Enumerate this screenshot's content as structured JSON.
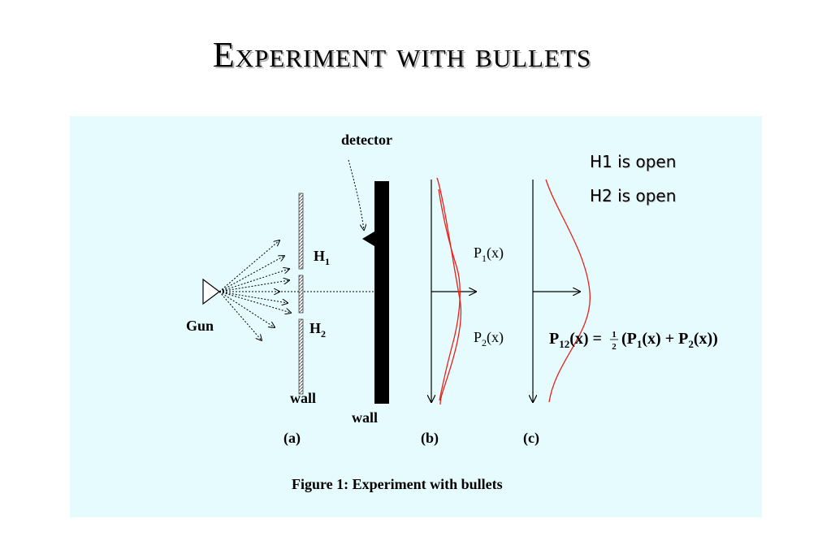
{
  "title": "Experiment with bullets",
  "panel": {
    "status_h1": "H1 is open",
    "status_h2": "H2 is open",
    "labels": {
      "detector": "detector",
      "gun": "Gun",
      "hole1": "H",
      "hole1_sub": "1",
      "hole2": "H",
      "hole2_sub": "2",
      "wall_a": "wall",
      "wall_b": "wall",
      "p1": "P",
      "p1_sub": "1",
      "p1_arg": "(x)",
      "p2": "P",
      "p2_sub": "2",
      "p2_arg": "(x)",
      "sub_a": "(a)",
      "sub_b": "(b)",
      "sub_c": "(c)"
    },
    "formula": {
      "lhs": "P",
      "lhs_sub": "12",
      "lhs_arg": "(x) =",
      "frac_num": "1",
      "frac_den": "2",
      "rhs_open": "(P",
      "rhs_sub1": "1",
      "rhs_mid": "(x) + P",
      "rhs_sub2": "2",
      "rhs_close": "(x))"
    },
    "caption": "Figure 1: Experiment with bullets",
    "colors": {
      "panel_bg": "#e6fbfd",
      "curve": "#e8201a"
    }
  }
}
